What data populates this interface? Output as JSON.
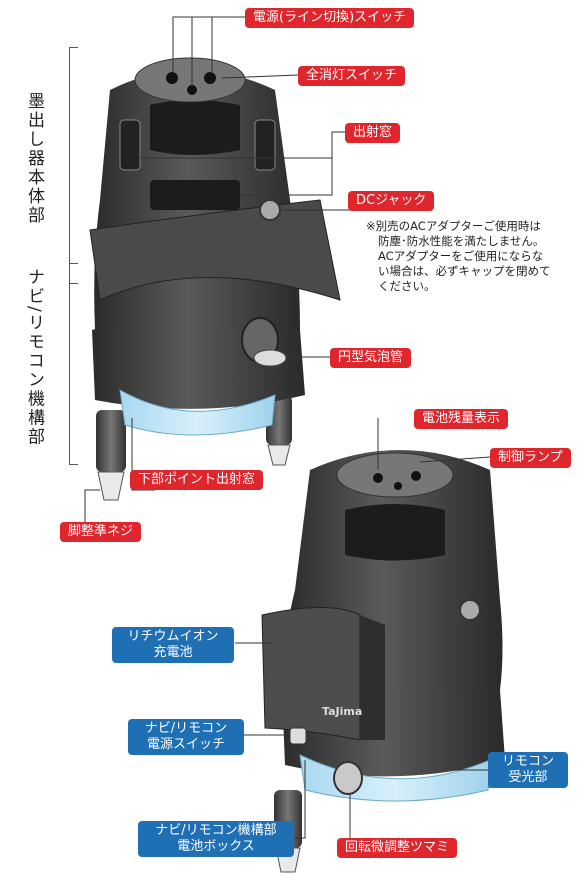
{
  "labels": {
    "power_switch": "電源(ライン切換)スイッチ",
    "all_off_switch": "全消灯スイッチ",
    "emission_window": "出射窓",
    "dc_jack": "DCジャック",
    "circular_bubble": "円型気泡管",
    "lower_point_window": "下部ポイント出射窓",
    "leg_screw": "脚整準ネジ",
    "battery_indicator": "電池残量表示",
    "control_lamp": "制御ランプ",
    "lithium_battery_1": "リチウムイオン",
    "lithium_battery_2": "充電池",
    "navi_power_1": "ナビ/リモコン",
    "navi_power_2": "電源スイッチ",
    "remote_receiver_1": "リモコン",
    "remote_receiver_2": "受光部",
    "navi_battery_1": "ナビ/リモコン機構部",
    "navi_battery_2": "電池ボックス",
    "fine_knob": "回転微調整ツマミ"
  },
  "dc_note": [
    "※別売のACアダプターご使用時は",
    "防塵･防水性能を満たしません。",
    "ACアダプターをご使用にならな",
    "い場合は、必ずキャップを閉めて",
    "ください。"
  ],
  "sections": {
    "upper": "墨出し器本体部",
    "lower": "ナビ/リモコン機構部"
  },
  "brand": "TaJima",
  "colors": {
    "red_label": "#e0262d",
    "blue_label": "#1f6fb5",
    "blue_base": "#bfe3f5",
    "body_dark": "#3a3a3a"
  }
}
